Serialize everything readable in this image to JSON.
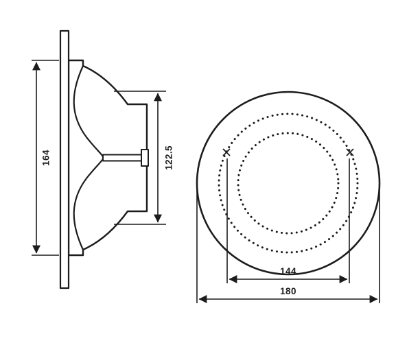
{
  "colors": {
    "ink": "#1c1c1c",
    "background": "#ffffff"
  },
  "side_view": {
    "overall_height_label": "164",
    "cutout_height_label": "122.5"
  },
  "front_view": {
    "hole_spacing_label": "144",
    "outer_diameter_label": "180"
  }
}
